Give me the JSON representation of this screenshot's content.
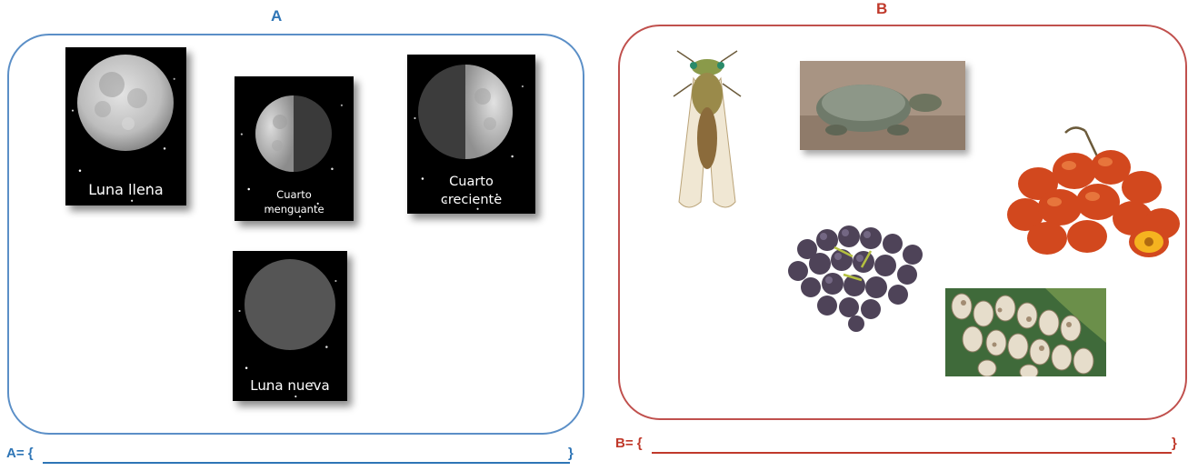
{
  "set_a": {
    "title": "A",
    "color": "#2e75b6",
    "cards": [
      {
        "caption_lines": [
          "Luna llena"
        ],
        "phase": "full-moon-icon"
      },
      {
        "caption_lines": [
          "Cuarto",
          "menguante"
        ],
        "phase": "waning-quarter-icon"
      },
      {
        "caption_lines": [
          "Cuarto",
          "creciente"
        ],
        "phase": "waxing-quarter-icon"
      },
      {
        "caption_lines": [
          "Luna nueva"
        ],
        "phase": "new-moon-icon"
      }
    ],
    "answer_label": "A= {",
    "answer_close": "}"
  },
  "set_b": {
    "title": "B",
    "color": "#c0392b",
    "photos": [
      {
        "subject": "cicada-icon"
      },
      {
        "subject": "turtle-icon"
      },
      {
        "subject": "palm-fruit-icon"
      },
      {
        "subject": "grapes-icon"
      },
      {
        "subject": "turtle-eggs-icon"
      }
    ],
    "answer_label": "B= {",
    "answer_close": "}"
  }
}
